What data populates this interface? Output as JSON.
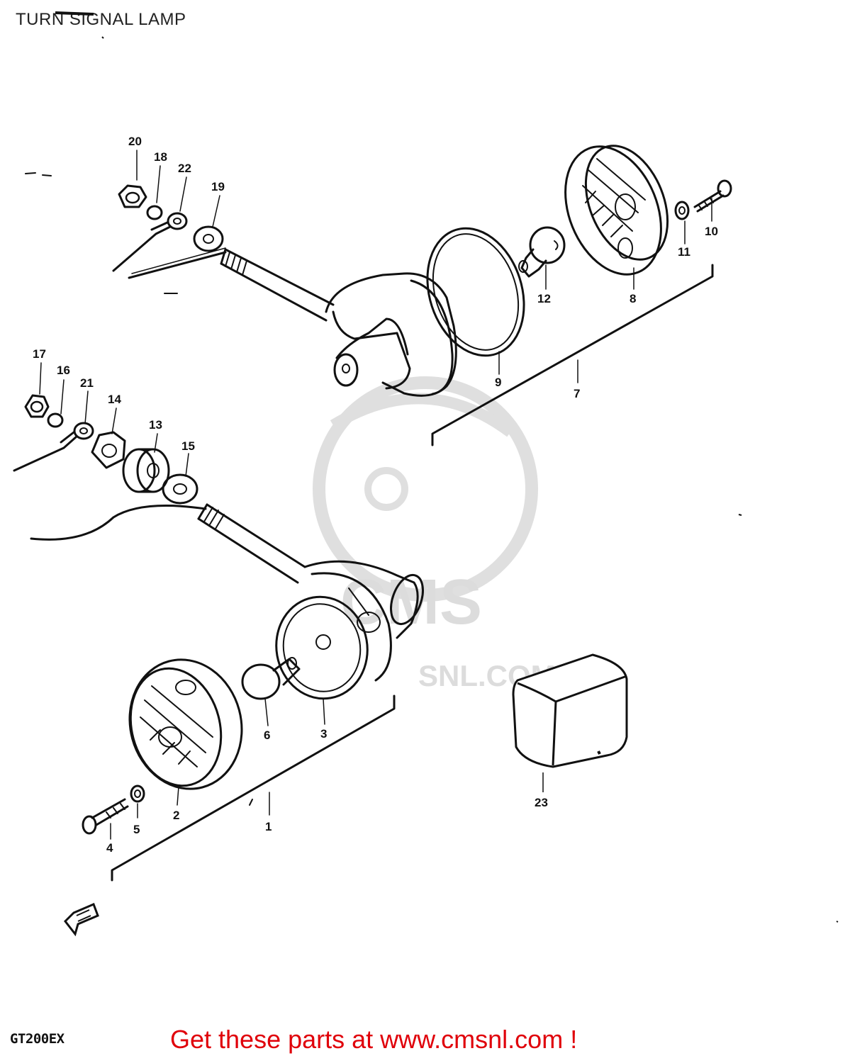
{
  "page": {
    "title": "TURN SIGNAL LAMP",
    "model_code": "GT200EX",
    "call_to_action": "Get these parts at www.cmsnl.com !",
    "colors": {
      "line": "#111111",
      "accent": "#e0000a",
      "watermark": "#d9d9d9",
      "background": "#ffffff"
    }
  },
  "watermark": {
    "brand": "CMS",
    "site": "SNL.COM"
  },
  "parts": [
    {
      "ref": "1"
    },
    {
      "ref": "2"
    },
    {
      "ref": "3"
    },
    {
      "ref": "4"
    },
    {
      "ref": "5"
    },
    {
      "ref": "6"
    },
    {
      "ref": "7"
    },
    {
      "ref": "8"
    },
    {
      "ref": "9"
    },
    {
      "ref": "10"
    },
    {
      "ref": "11"
    },
    {
      "ref": "12"
    },
    {
      "ref": "13"
    },
    {
      "ref": "14"
    },
    {
      "ref": "15"
    },
    {
      "ref": "16"
    },
    {
      "ref": "17"
    },
    {
      "ref": "18"
    },
    {
      "ref": "19"
    },
    {
      "ref": "20"
    },
    {
      "ref": "21"
    },
    {
      "ref": "22"
    },
    {
      "ref": "23"
    }
  ]
}
